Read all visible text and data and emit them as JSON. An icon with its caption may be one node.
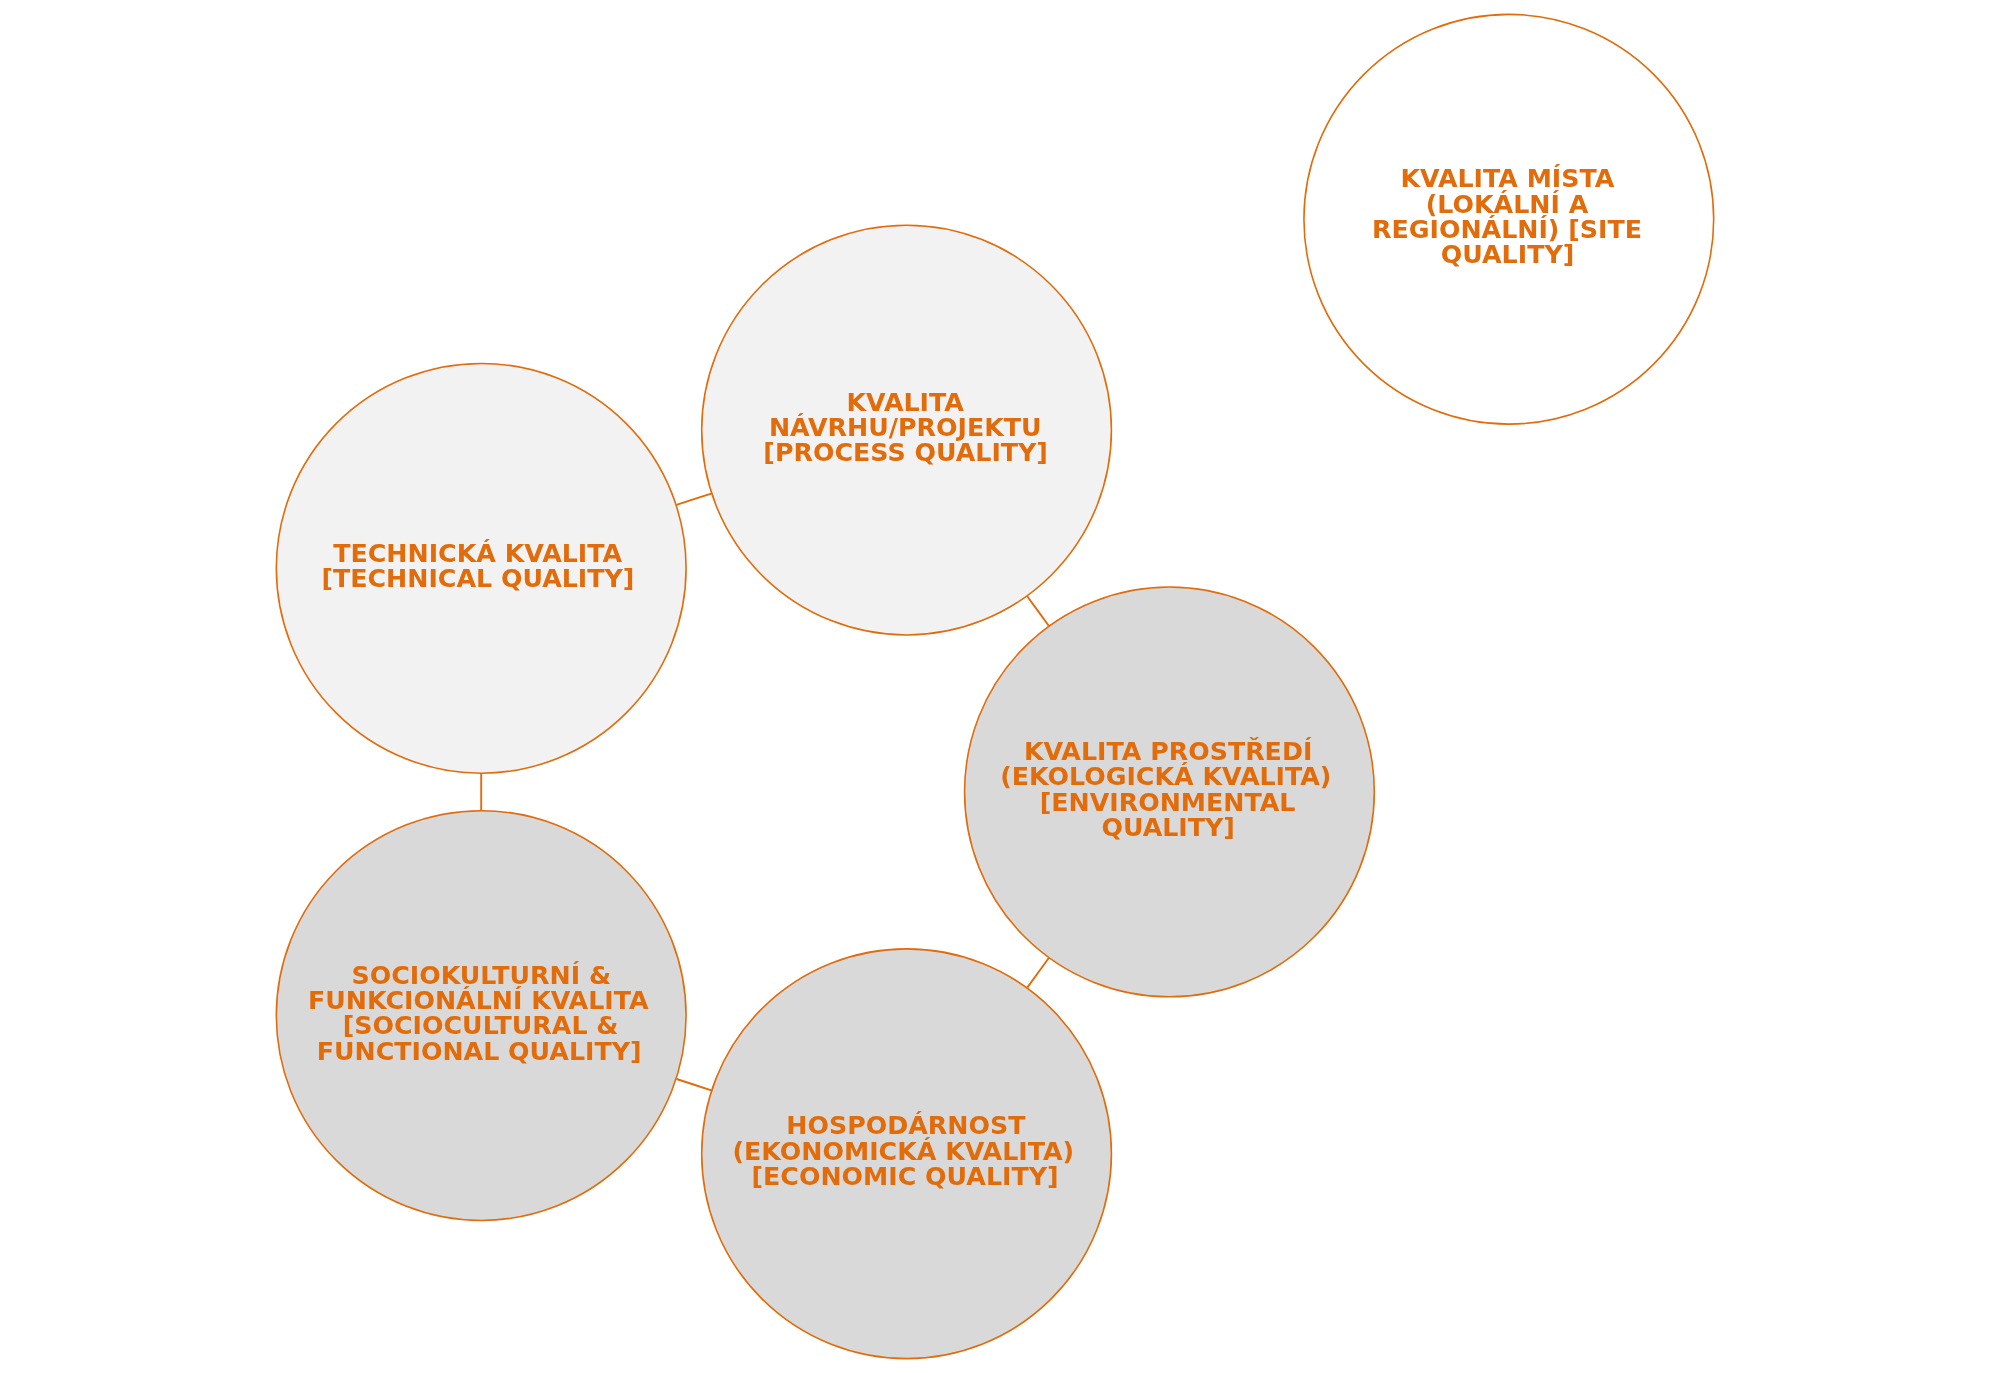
{
  "diagram": {
    "nodes": [
      {
        "text": [
          "HOSPODÁRNOST (EKONOMICKÁ KVALITA) [ECONOMIC QUALITY]"
        ]
      },
      {
        "text": [
          "KVALITA PROSTŘEDÍ (EKOLOGICKÁ KVALITA) [ENVIRONMENTAL QUALITY]"
        ]
      },
      {
        "text": [
          "SOCIOKULTURNÍ & FUNKCIONÁLNÍ KVALITA [SOCIOCULTURAL & FUNCTIONAL QUALITY]"
        ]
      },
      {
        "text": [
          "KVALITA NÁVRHU/PROJEKTU [PROCESS QUALITY]"
        ]
      },
      {
        "text": [
          "TECHNICKÁ KVALITA [TECHNICAL QUALITY]"
        ]
      },
      {
        "text": [
          "KVALITA MÍSTA (LOKÁLNÍ A REGIONÁLNÍ) [SITE QUALITY]"
        ]
      }
    ],
    "edges": [
      {
        "from": 1,
        "to": 0,
        "arrow": "none"
      },
      {
        "from": 0,
        "to": 2,
        "arrow": "none"
      },
      {
        "from": 2,
        "to": 4,
        "arrow": "none"
      },
      {
        "from": 4,
        "to": 3,
        "arrow": "none"
      },
      {
        "from": 3,
        "to": 1,
        "arrow": "none"
      }
    ]
  }
}
